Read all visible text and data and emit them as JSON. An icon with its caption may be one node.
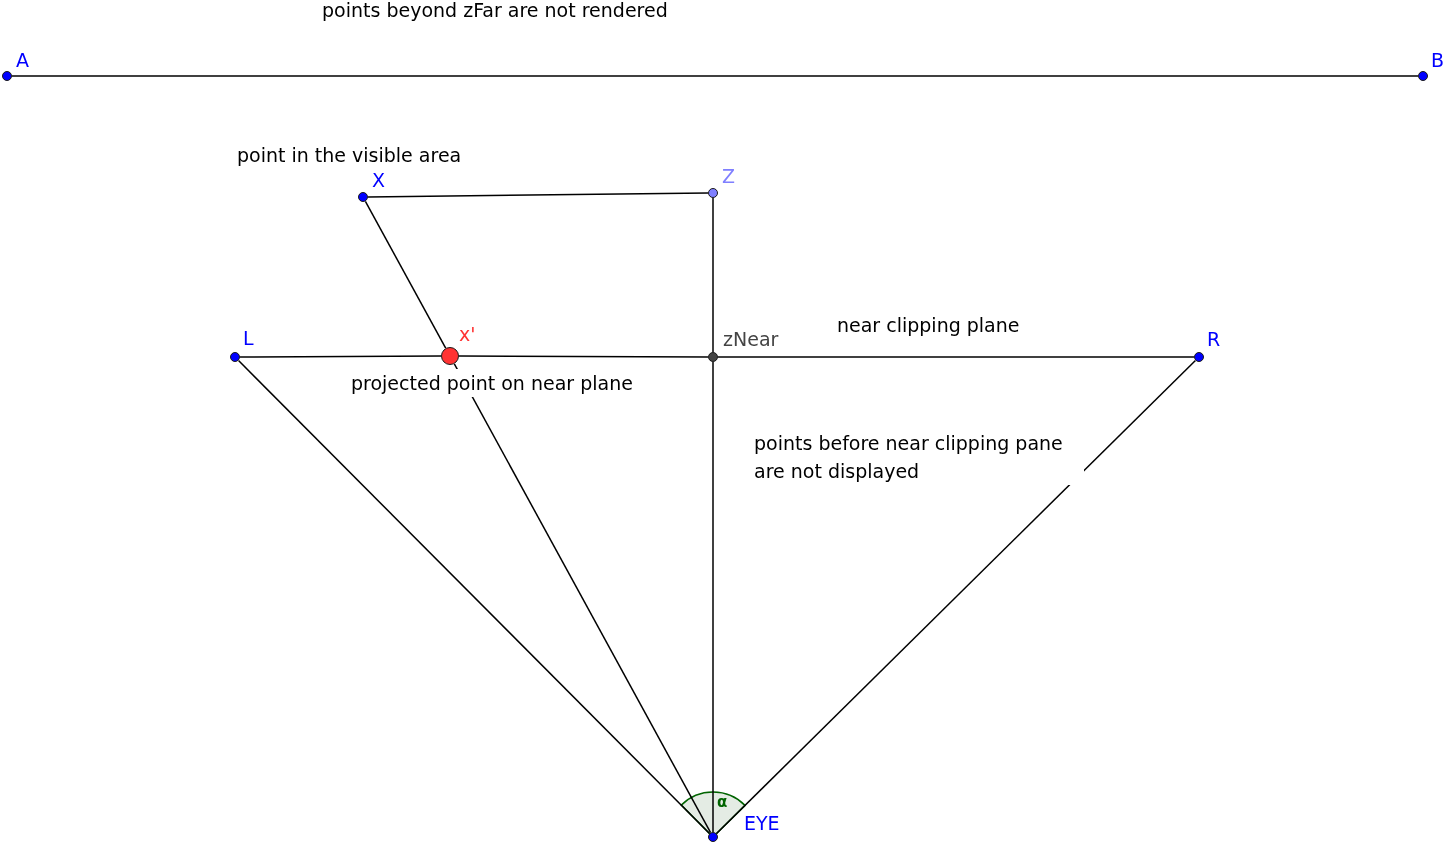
{
  "diagram": {
    "nodes": [
      {
        "text": [
          "A"
        ]
      },
      {
        "text": [
          "B"
        ]
      },
      {
        "text": [
          "X"
        ]
      },
      {
        "text": [
          "Z"
        ]
      },
      {
        "text": [
          "L"
        ]
      },
      {
        "text": [
          "x'"
        ]
      },
      {
        "text": [
          "zNear"
        ]
      },
      {
        "text": [
          "R"
        ]
      },
      {
        "text": [
          "EYE"
        ]
      }
    ],
    "edges": [
      {
        "from": 0,
        "to": 1,
        "arrow": "none"
      },
      {
        "from": 2,
        "to": 3,
        "arrow": "none"
      },
      {
        "from": 2,
        "to": 5,
        "arrow": "none"
      },
      {
        "from": 5,
        "to": 8,
        "arrow": "none"
      },
      {
        "from": 3,
        "to": 6,
        "arrow": "none"
      },
      {
        "from": 6,
        "to": 8,
        "arrow": "none"
      },
      {
        "from": 4,
        "to": 5,
        "arrow": "none"
      },
      {
        "from": 5,
        "to": 6,
        "arrow": "none"
      },
      {
        "from": 6,
        "to": 7,
        "arrow": "none"
      },
      {
        "from": 4,
        "to": 8,
        "arrow": "none"
      },
      {
        "from": 7,
        "to": 8,
        "arrow": "none"
      }
    ],
    "labels": [
      "points beyond zFar are not rendered",
      "point in the visible area",
      "near clipping plane",
      "projected point on near plane",
      "points before near clipping pane are not displayed",
      "α"
    ]
  }
}
